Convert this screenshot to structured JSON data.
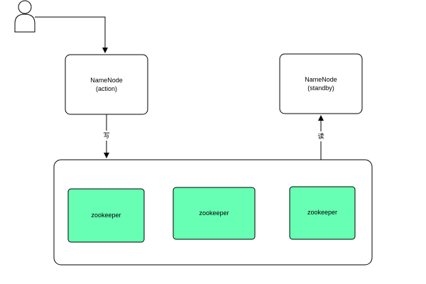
{
  "colors": {
    "stroke": "#000000",
    "box_fill": "#ffffff",
    "zookeeper_fill": "#66ffb3"
  },
  "user": {
    "icon": "actor-icon"
  },
  "namenode_active": {
    "line1": "NameNode",
    "line2": "(action)"
  },
  "namenode_standby": {
    "line1": "NameNode",
    "line2": "(standby)"
  },
  "edges": {
    "write_label": "写",
    "read_label": "读"
  },
  "cluster": {
    "nodes": [
      {
        "label": "zookeeper"
      },
      {
        "label": "zookeeper"
      },
      {
        "label": "zookeeper"
      }
    ]
  }
}
